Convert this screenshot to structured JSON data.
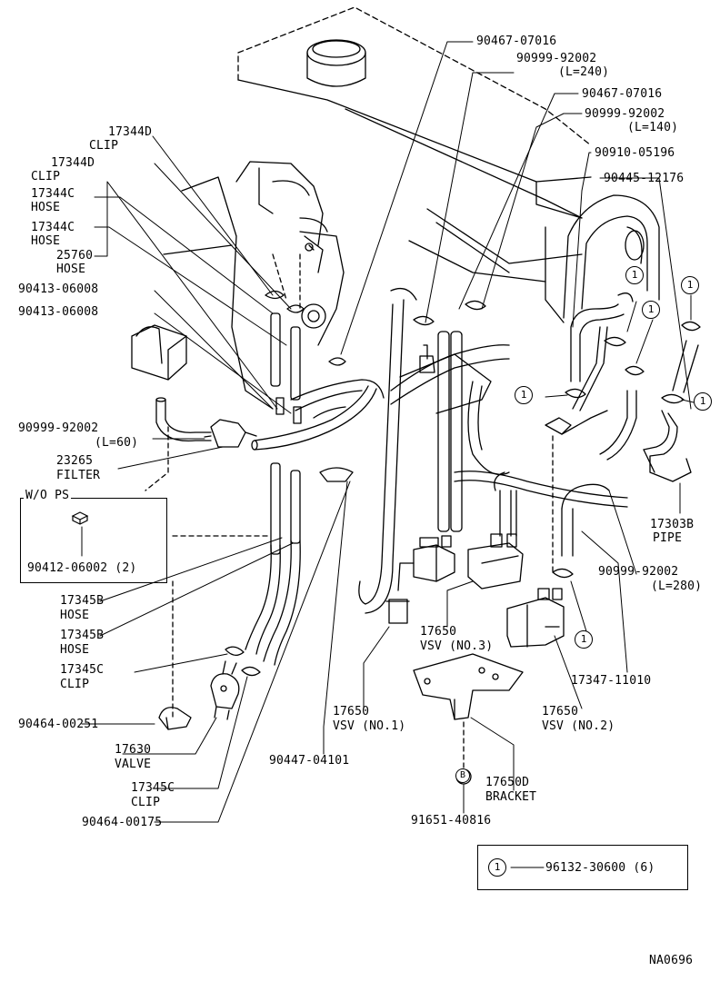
{
  "diagram_code": "NA0696",
  "callout_number": "1",
  "bolt_symbol": "B",
  "wo_ps_box": {
    "title": "W/O PS",
    "part": "90412-06002 (2)"
  },
  "legend": {
    "symbol": "1",
    "part": "96132-30600 (6)"
  },
  "labels": {
    "p1": "90467-07016",
    "p2a": "90999-92002",
    "p2b": "(L=240)",
    "p3": "90467-07016",
    "p4a": "90999-92002",
    "p4b": "(L=140)",
    "p5": "90910-05196",
    "p6": "90445-12176",
    "p7a": "17344D",
    "p7b": "CLIP",
    "p8a": "17344D",
    "p8b": "CLIP",
    "p9a": "17344C",
    "p9b": "HOSE",
    "p10a": "17344C",
    "p10b": "HOSE",
    "p11a": "25760",
    "p11b": "HOSE",
    "p12": "90413-06008",
    "p13": "90413-06008",
    "p14a": "90999-92002",
    "p14b": "(L=60)",
    "p15a": "23265",
    "p15b": "FILTER",
    "p16a": "17303B",
    "p16b": "PIPE",
    "p17a": "90999-92002",
    "p17b": "(L=280)",
    "p18a": "17345B",
    "p18b": "HOSE",
    "p19a": "17345B",
    "p19b": "HOSE",
    "p20a": "17345C",
    "p20b": "CLIP",
    "p21": "90464-00251",
    "p22a": "17630",
    "p22b": "VALVE",
    "p23a": "17345C",
    "p23b": "CLIP",
    "p24": "90464-00175",
    "p25a": "17650",
    "p25b": "VSV (NO.1)",
    "p26": "90447-04101",
    "p27a": "17650",
    "p27b": "VSV (NO.3)",
    "p28a": "17650",
    "p28b": "VSV (NO.2)",
    "p29": "17347-11010",
    "p30a": "17650D",
    "p30b": "BRACKET",
    "p31": "91651-40816"
  }
}
